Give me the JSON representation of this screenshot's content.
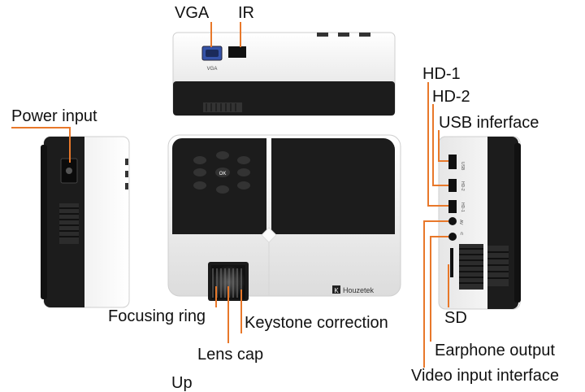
{
  "labels": {
    "vga": "VGA",
    "ir": "IR",
    "power_input": "Power input",
    "hd1": "HD-1",
    "hd2": "HD-2",
    "usb": "USB inferface",
    "focusing_ring": "Focusing ring",
    "keystone": "Keystone correction",
    "lens_cap": "Lens cap",
    "sd": "SD",
    "earphone": "Earphone output",
    "video_input": "Video input interface",
    "up_partial": "Up"
  },
  "device_text": {
    "vga_port": "VGA",
    "brand": "Houzetek",
    "brand_mark": "K",
    "ok": "OK",
    "usb_port": "USB",
    "hd2_port": "HD-2",
    "hd1_port": "HD-1",
    "av_port": "AV",
    "earphone_port": "∩"
  },
  "colors": {
    "callout": "#e8782a",
    "body_white": "#f2f2f2",
    "body_black": "#1c1c1c"
  }
}
